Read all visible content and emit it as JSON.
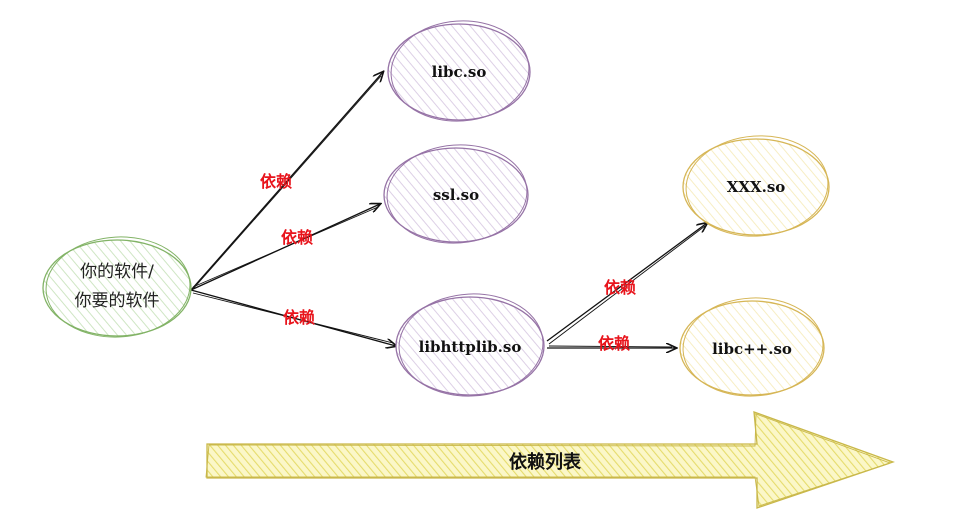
{
  "diagram": {
    "nodes": {
      "app": {
        "line1": "你的软件/",
        "line2": "你要的软件"
      },
      "libc": {
        "label": "libc.so"
      },
      "ssl": {
        "label": "ssl.so"
      },
      "libhttplib": {
        "label": "libhttplib.so"
      },
      "xxx": {
        "label": "XXX.so"
      },
      "libcpp": {
        "label": "libc++.so"
      }
    },
    "edges": {
      "app_libc": "依赖",
      "app_ssl": "依赖",
      "app_libhttplib": "依赖",
      "libhttplib_xxx": "依赖",
      "libhttplib_libcpp": "依赖"
    },
    "banner": {
      "label": "依赖列表"
    },
    "colors": {
      "app_stroke": "#82b366",
      "app_fill": "#d5e8d4",
      "lib_stroke": "#9673a6",
      "lib_fill": "#e1d5e7",
      "dep_stroke": "#d6b656",
      "dep_fill": "#fff2cc",
      "banner_fill": "#f2ec9a",
      "banner_stroke": "#c9b84a",
      "edge_label": "#e8141c"
    }
  }
}
